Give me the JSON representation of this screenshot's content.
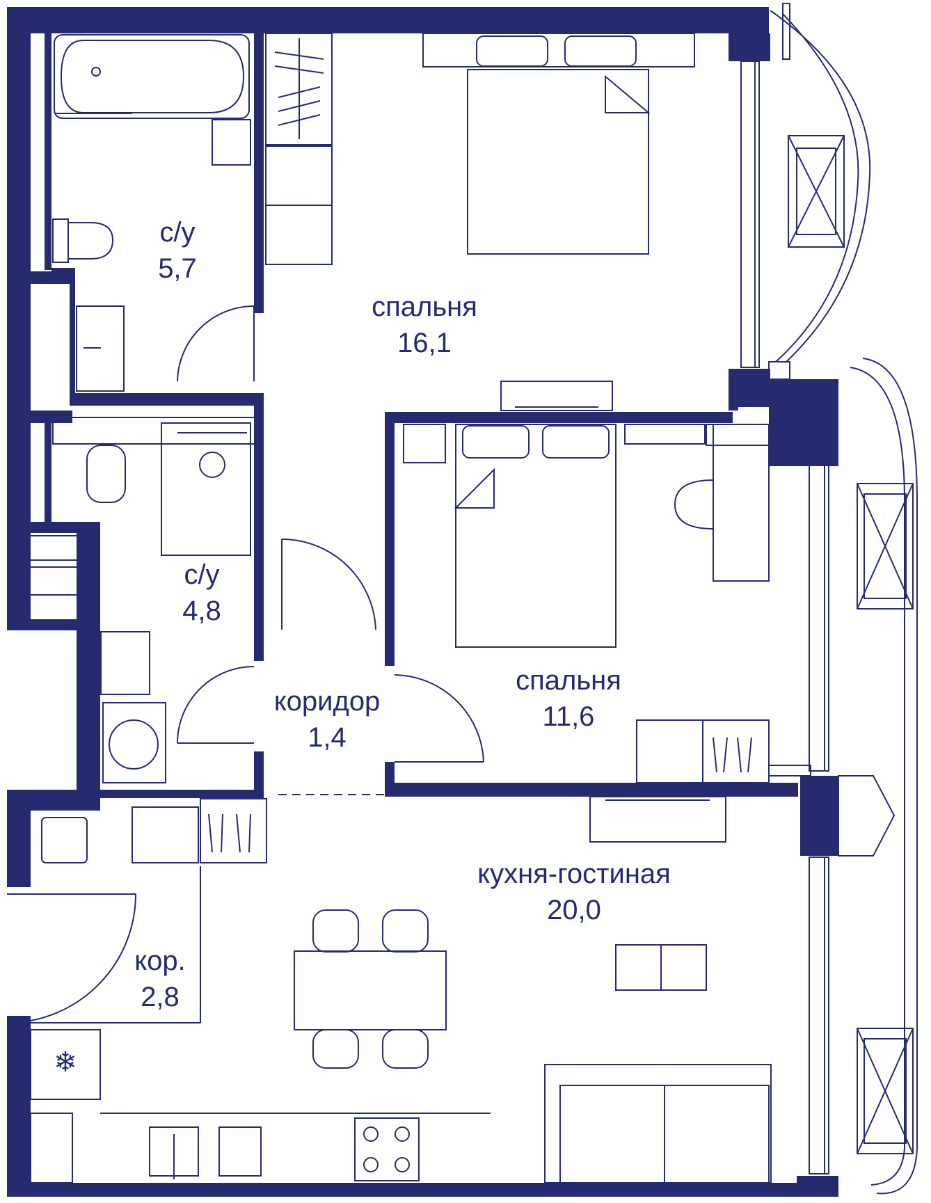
{
  "colors": {
    "wall": "#262a6e",
    "background": "#ffffff"
  },
  "rooms": [
    {
      "id": "bathroom-1",
      "name": "с/у",
      "area": "5,7"
    },
    {
      "id": "bedroom-1",
      "name": "спальня",
      "area": "16,1"
    },
    {
      "id": "bathroom-2",
      "name": "с/у",
      "area": "4,8"
    },
    {
      "id": "corridor-1",
      "name": "коридор",
      "area": "1,4"
    },
    {
      "id": "bedroom-2",
      "name": "спальня",
      "area": "11,6"
    },
    {
      "id": "kitchen-living",
      "name": "кухня-гостиная",
      "area": "20,0"
    },
    {
      "id": "corridor-2",
      "name": "кор.",
      "area": "2,8"
    }
  ],
  "icons": [
    "bathtub-icon",
    "toilet-icon",
    "sink-icon",
    "shower-icon",
    "washing-machine-icon",
    "bed-icon",
    "wardrobe-icon",
    "desk-icon",
    "chair-icon",
    "dining-table-icon",
    "sofa-icon",
    "stove-icon",
    "fridge-icon",
    "balcony-icon",
    "window-icon",
    "door-icon"
  ]
}
